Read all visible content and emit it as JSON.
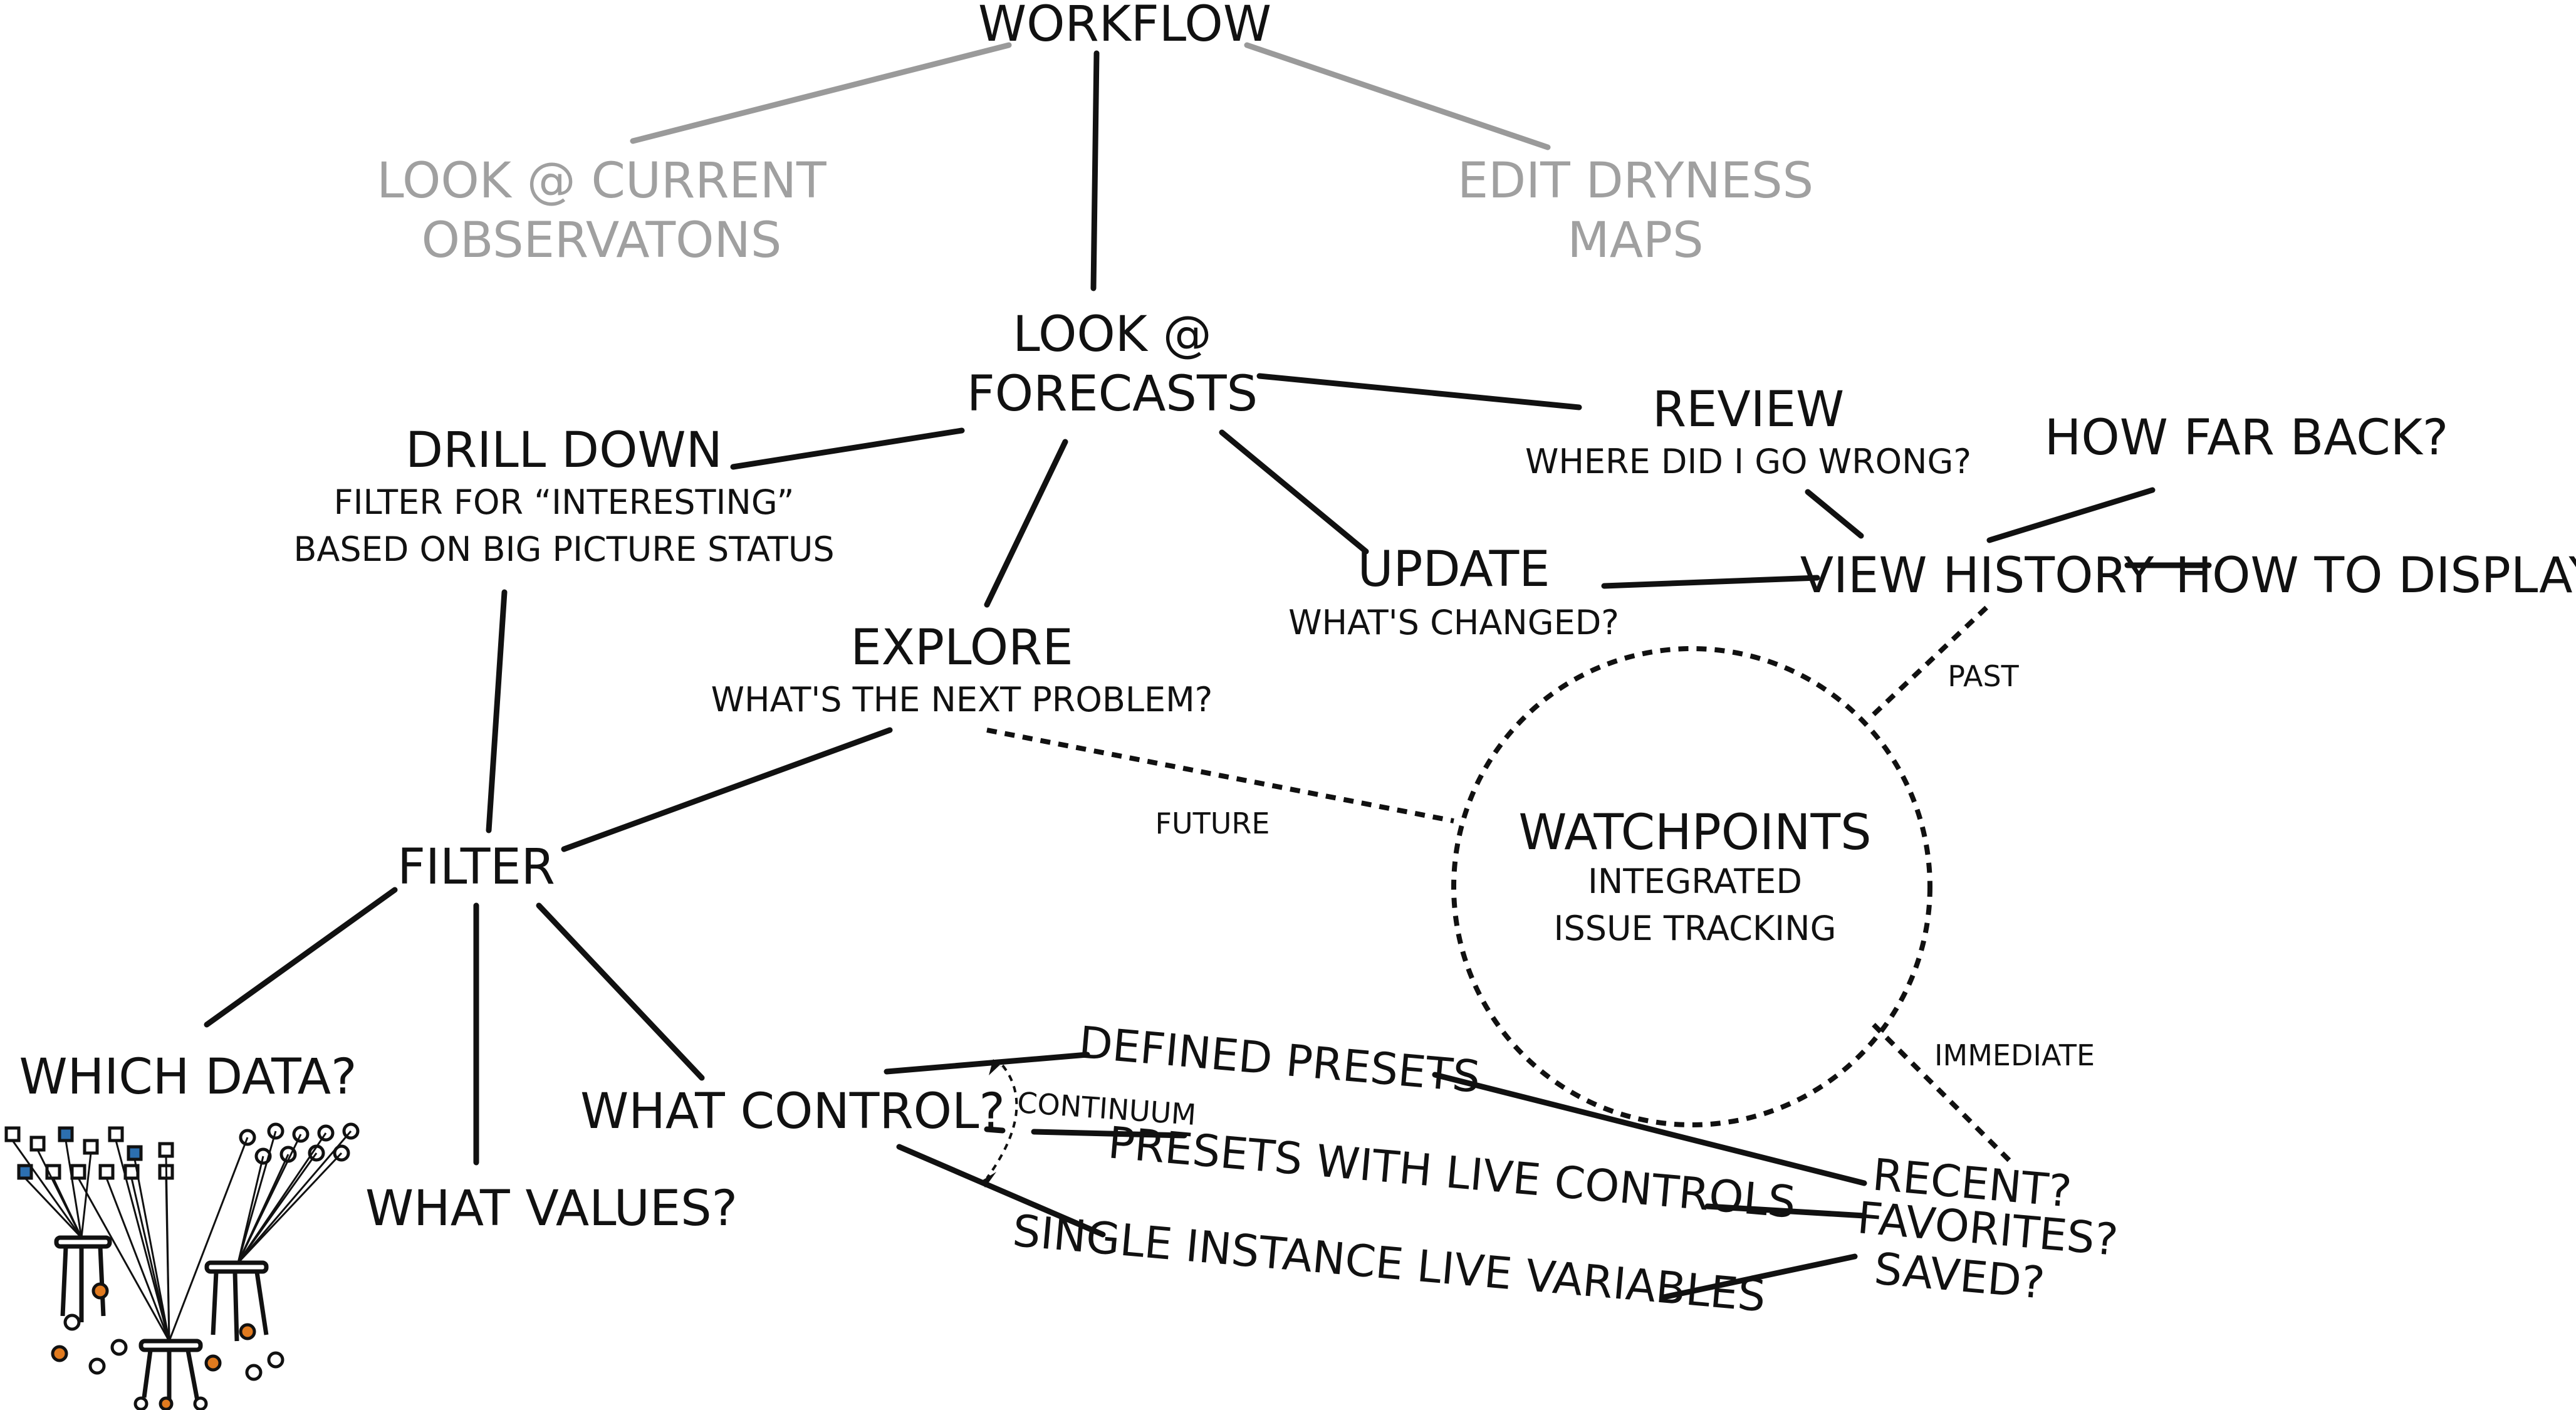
{
  "workflow": "WORKFLOW",
  "look_current": [
    "LOOK @ CURRENT",
    "OBSERVATONS"
  ],
  "edit_dryness": [
    "EDIT DRYNESS",
    "MAPS"
  ],
  "look_forecasts": [
    "LOOK @",
    "FORECASTS"
  ],
  "drill_down": {
    "title": "DRILL DOWN",
    "sub": [
      "FILTER FOR “INTERESTING”",
      "BASED ON BIG PICTURE STATUS"
    ]
  },
  "explore": {
    "title": "EXPLORE",
    "sub": "WHAT'S THE NEXT PROBLEM?"
  },
  "update": {
    "title": "UPDATE",
    "sub": "WHAT'S CHANGED?"
  },
  "review": {
    "title": "REVIEW",
    "sub": "WHERE DID I GO WRONG?"
  },
  "view_history": "VIEW HISTORY",
  "how_far_back": "HOW FAR BACK?",
  "how_to_display": "HOW TO DISPLAY?",
  "watchpoints": {
    "title": "WATCHPOINTS",
    "sub": [
      "INTEGRATED",
      "ISSUE TRACKING"
    ]
  },
  "past": "PAST",
  "future": "FUTURE",
  "immediate": "IMMEDIATE",
  "filter": "FILTER",
  "which_data": "WHICH DATA?",
  "what_values": "WHAT VALUES?",
  "what_control": "WHAT CONTROL?",
  "continuum": "CONTINUUM",
  "defined_presets": "DEFINED PRESETS",
  "presets_live": "PRESETS WITH LIVE CONTROLS",
  "single_instance": "SINGLE INSTANCE LIVE VARIABLES",
  "saved_options": [
    "RECENT?",
    "FAVORITES?",
    "SAVED?"
  ],
  "colors": {
    "ink": "#111111",
    "faded": "#a0a0a0",
    "accent_orange": "#e07a1f",
    "accent_blue": "#2c6fb0"
  }
}
